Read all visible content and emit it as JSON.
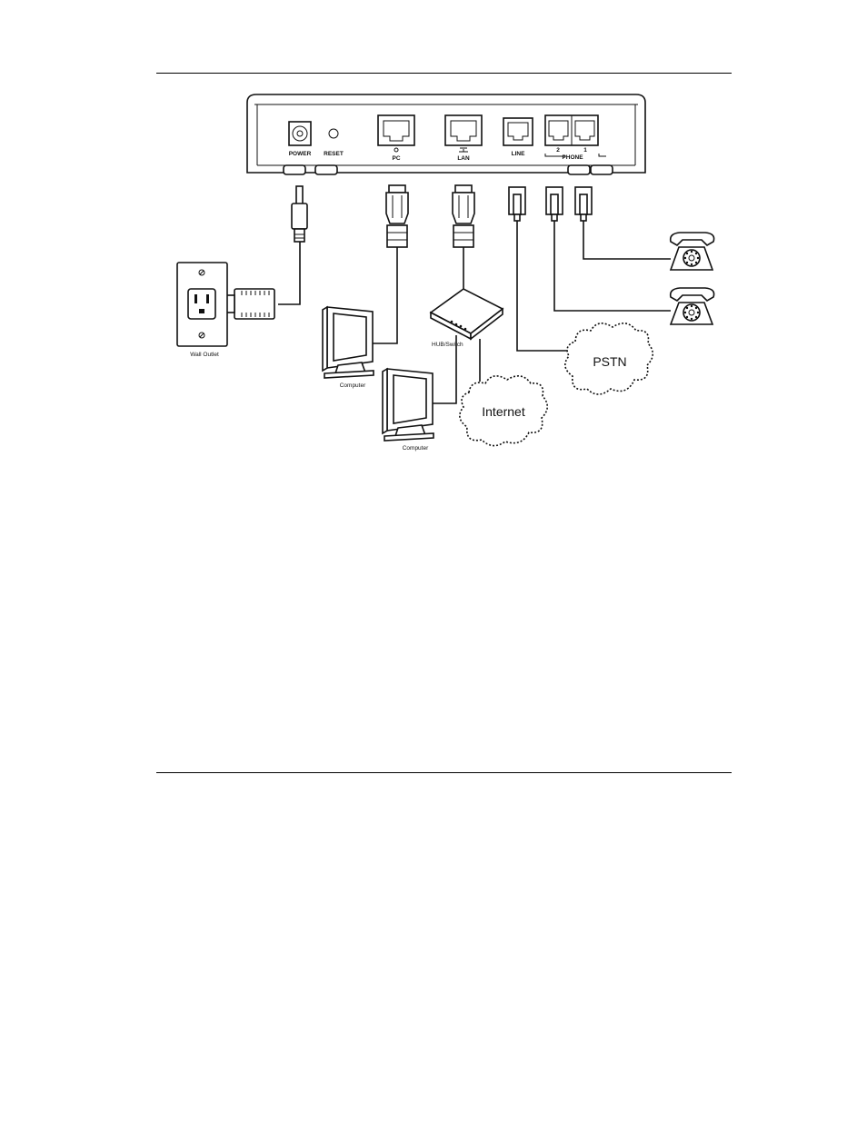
{
  "device": {
    "ports": {
      "power": "POWER",
      "reset": "RESET",
      "pc": "PC",
      "lan": "LAN",
      "line": "LINE",
      "phone": "PHONE",
      "phone_2": "2",
      "phone_1": "1"
    }
  },
  "labels": {
    "wall_outlet": "Wall Outlet",
    "computer_1": "Computer",
    "computer_2": "Computer",
    "hub_switch": "HUB/Switch",
    "pstn": "PSTN",
    "internet": "Internet"
  },
  "icons": [
    "power-plug-icon",
    "ac-adapter-icon",
    "wall-outlet-icon",
    "rj45-plug-icon",
    "rj11-plug-icon",
    "computer-monitor-icon",
    "hub-switch-icon",
    "cloud-icon",
    "telephone-icon"
  ]
}
